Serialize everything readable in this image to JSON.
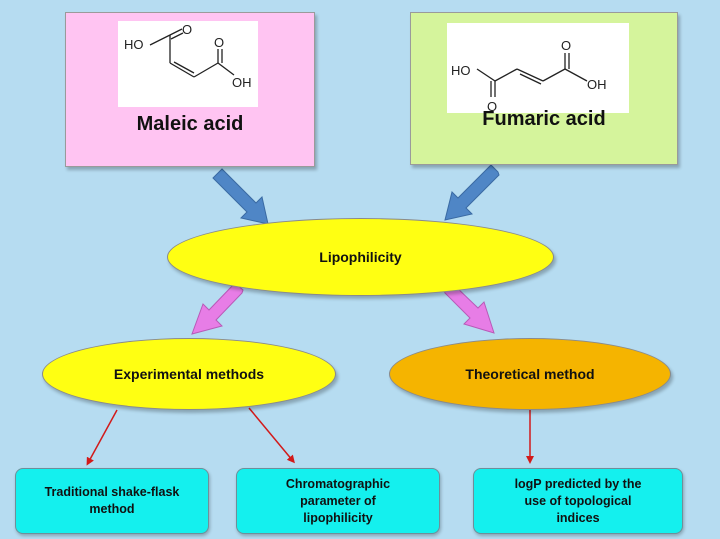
{
  "diagram": {
    "maleic": {
      "name": "Maleic acid",
      "atoms": {
        "ho": "HO",
        "o_top": "O",
        "o_bottom": "O",
        "oh": "OH"
      }
    },
    "fumaric": {
      "name": "Fumaric acid",
      "atoms": {
        "ho": "HO",
        "o_top": "O",
        "o_bottom": "O",
        "oh": "OH"
      }
    },
    "center": "Lipophilicity",
    "experimental": "Experimental methods",
    "theoretical": "Theoretical method",
    "methods": {
      "shake_flask": [
        "Traditional shake-flask",
        "method"
      ],
      "chromatographic": [
        "Chromatographic",
        "parameter of",
        "lipophilicity"
      ],
      "logp": [
        "logP predicted by the",
        "use of topological",
        "indices"
      ]
    },
    "colors": {
      "background": "#b6dcf1",
      "maleic_box": "#ffc4f2",
      "fumaric_box": "#d5f49c",
      "yellow_ellipse": "#ffff12",
      "orange_ellipse": "#f5b400",
      "method_box": "#14f0ee",
      "blue_arrow": "#4f86c6",
      "pink_arrow": "#e77de6",
      "red_arrow": "#d21a1a"
    }
  }
}
